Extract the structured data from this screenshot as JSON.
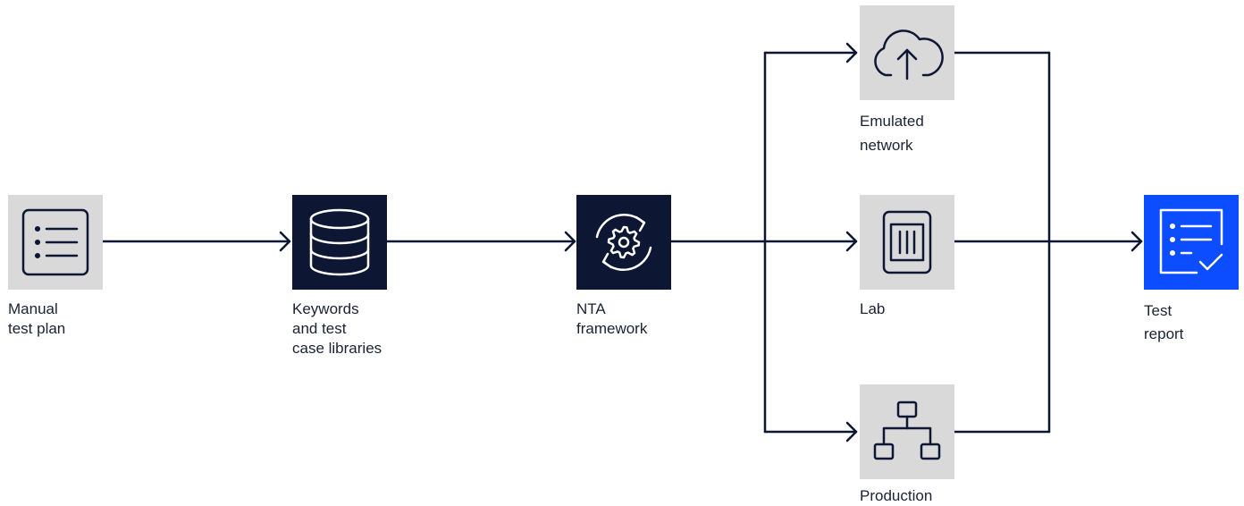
{
  "colors": {
    "line": "#0d1733",
    "box_light": "#d9d9d9",
    "box_dark": "#0d1733",
    "box_accent": "#0b4dff",
    "icon_light_stroke": "#0d1733",
    "icon_dark_stroke": "#ffffff"
  },
  "nodes": {
    "manual_test_plan": {
      "icon": "list-icon",
      "label_lines": [
        "Manual",
        "test plan"
      ]
    },
    "keywords_libraries": {
      "icon": "database-icon",
      "label_lines": [
        "Keywords",
        "and test",
        "case libraries"
      ]
    },
    "nta_framework": {
      "icon": "gear-refresh-icon",
      "label_lines": [
        "NTA",
        "framework"
      ]
    },
    "emulated_network": {
      "icon": "cloud-upload-icon",
      "label_lines": [
        "Emulated",
        "network"
      ]
    },
    "lab": {
      "icon": "server-rack-icon",
      "label_lines": [
        "Lab"
      ]
    },
    "production": {
      "icon": "hierarchy-icon",
      "label_lines": [
        "Production"
      ]
    },
    "test_report": {
      "icon": "checklist-icon",
      "label_lines": [
        "Test",
        "report"
      ]
    }
  }
}
